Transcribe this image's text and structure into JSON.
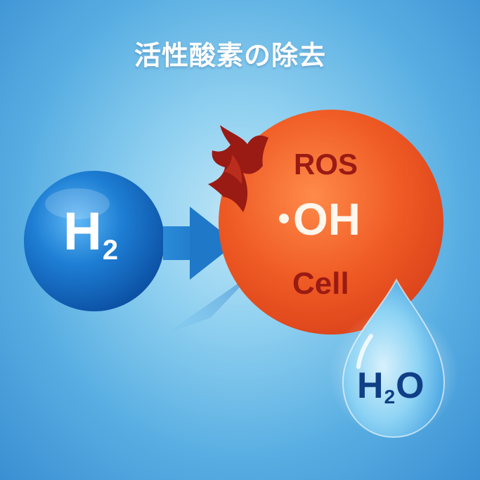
{
  "title": "活性酸素の除去",
  "molecule": {
    "h_label": "H",
    "h_subscript": "2"
  },
  "cell": {
    "ros_label": "ROS",
    "radical_label": "OH",
    "cell_label": "Cell"
  },
  "water": {
    "h_label": "H",
    "subscript": "2",
    "o_label": "O"
  },
  "colors": {
    "background": "#58aee2",
    "hydrogen_sphere": "#1e7fd4",
    "cell_sphere": "#ef5b24",
    "damage_mark": "#9a1a14",
    "water_drop": "#6ec6f2"
  },
  "icons": {
    "arrow": "right-arrow-icon",
    "damage": "flame-damage-icon",
    "drop": "water-drop-icon"
  }
}
